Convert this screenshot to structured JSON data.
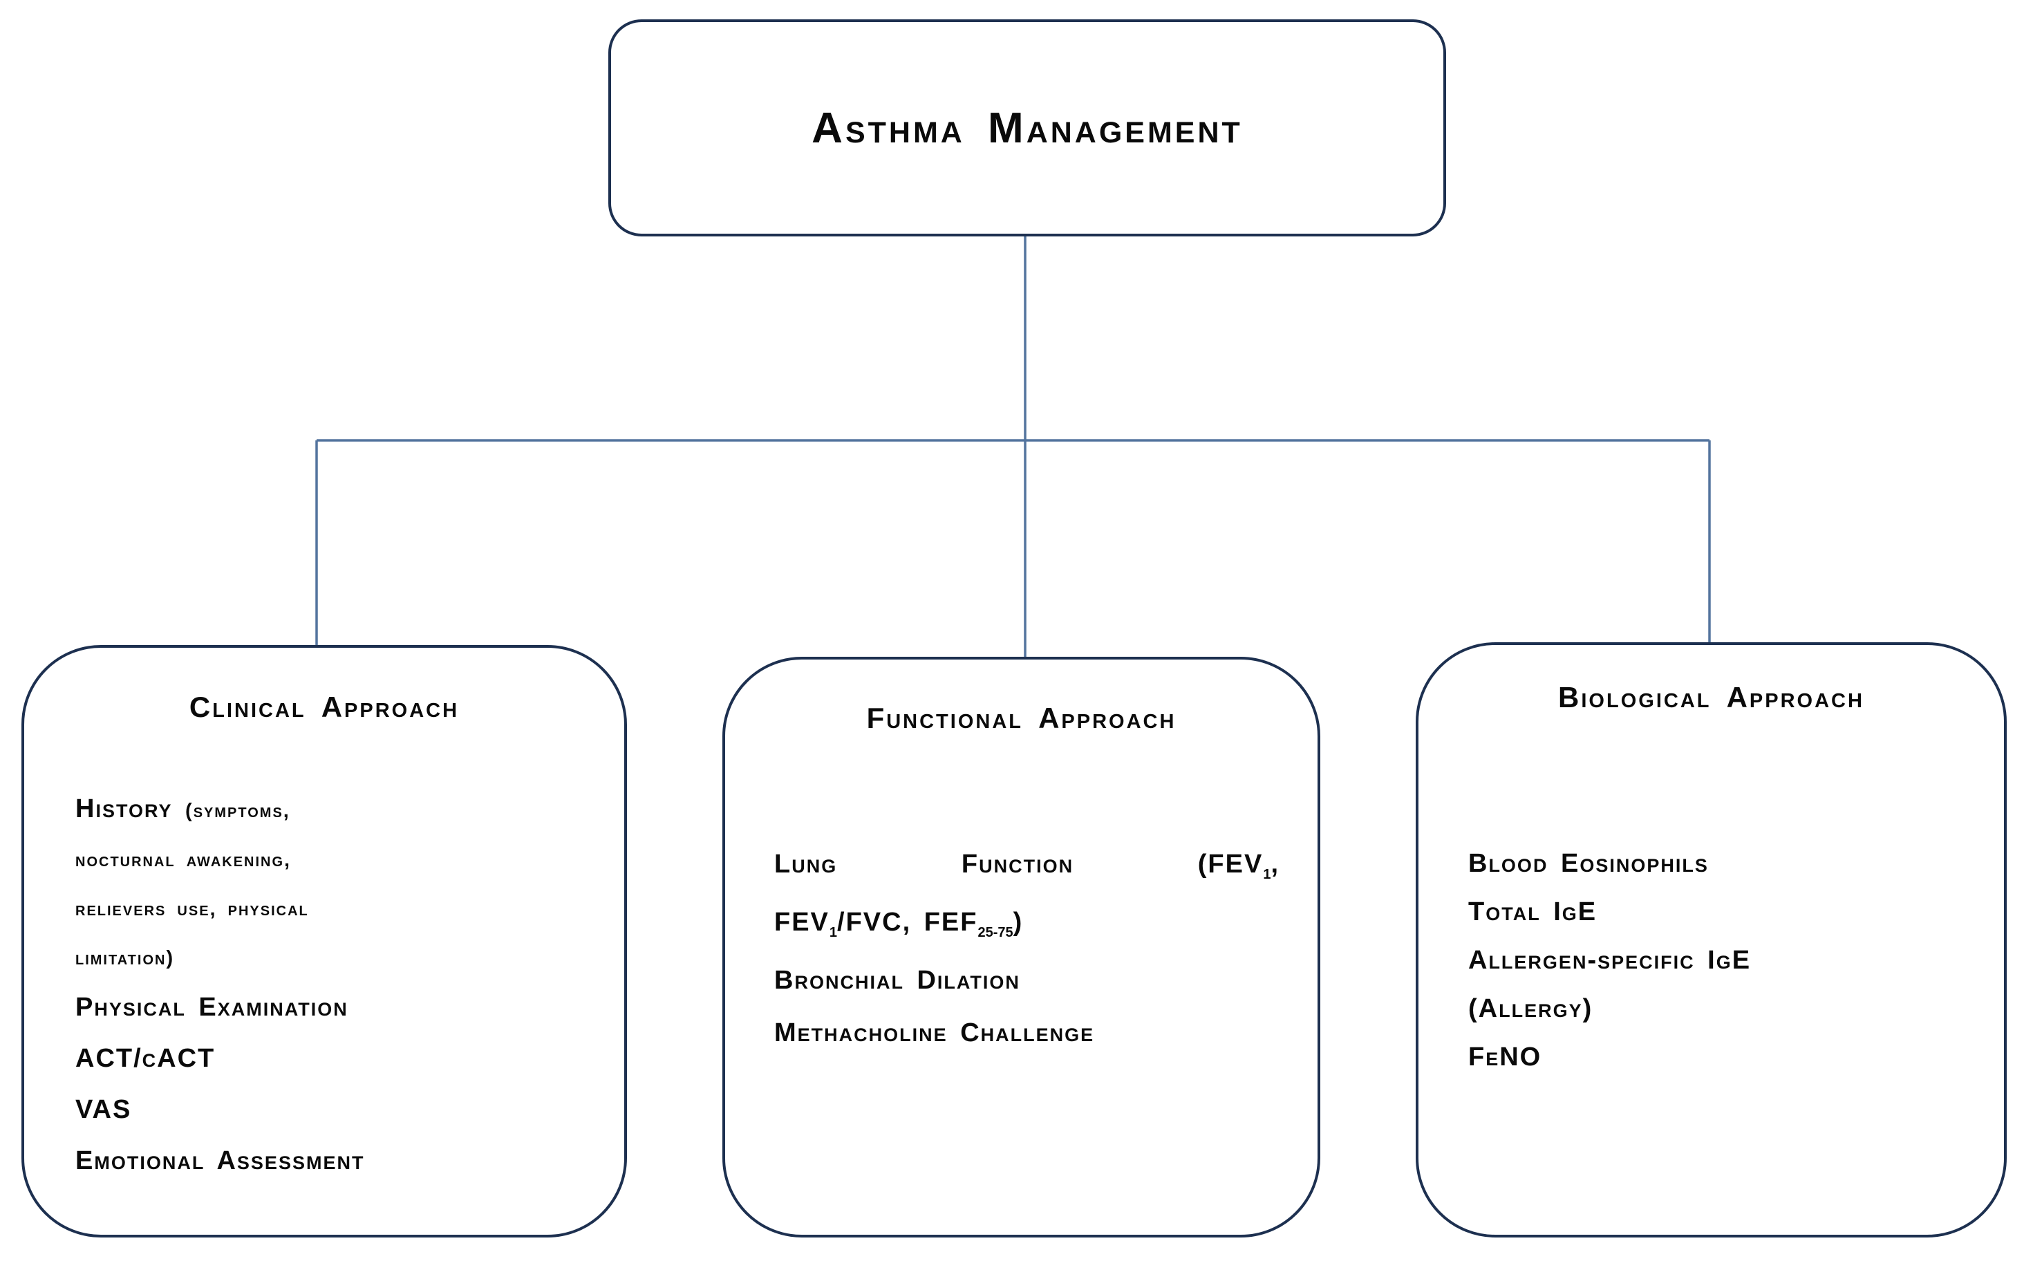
{
  "colors": {
    "box_border": "#1d3050",
    "connector": "#53749e",
    "text": "#0a0a0a",
    "background": "#ffffff"
  },
  "root": {
    "title": "Asthma Management"
  },
  "branches": [
    {
      "id": "clinical",
      "title": "Clinical Approach",
      "lines": [
        {
          "segs": [
            {
              "t": "History ",
              "s": "lg"
            },
            {
              "t": "(symptoms,",
              "s": "sm"
            }
          ]
        },
        {
          "segs": [
            {
              "t": "nocturnal awakening,",
              "s": "sm"
            }
          ]
        },
        {
          "segs": [
            {
              "t": "relievers use, physical",
              "s": "sm"
            }
          ]
        },
        {
          "segs": [
            {
              "t": "limitation)",
              "s": "sm"
            }
          ]
        },
        {
          "segs": [
            {
              "t": "Physical Examination",
              "s": "lg"
            }
          ]
        },
        {
          "segs": [
            {
              "t": "ACT/cACT",
              "s": "lg"
            }
          ]
        },
        {
          "segs": [
            {
              "t": "VAS",
              "s": "lg"
            }
          ]
        },
        {
          "segs": [
            {
              "t": "Emotional Assessment",
              "s": "lg"
            }
          ]
        }
      ]
    },
    {
      "id": "functional",
      "title": "Functional Approach",
      "lines": [
        {
          "justify": true,
          "segs": [
            {
              "t": "Lung Function (FEV",
              "s": "lg"
            },
            {
              "t": "1",
              "s": "sub"
            },
            {
              "t": ",",
              "s": "lg"
            }
          ]
        },
        {
          "segs": [
            {
              "t": "FEV",
              "s": "lg"
            },
            {
              "t": "1",
              "s": "sub"
            },
            {
              "t": "/FVC, FEF",
              "s": "lg"
            },
            {
              "t": "25-75",
              "s": "sub"
            },
            {
              "t": ")",
              "s": "lg"
            }
          ]
        },
        {
          "segs": [
            {
              "t": "Bronchial Dilation",
              "s": "lg"
            }
          ]
        },
        {
          "segs": [
            {
              "t": "Methacholine Challenge",
              "s": "lg"
            }
          ]
        }
      ]
    },
    {
      "id": "biological",
      "title": "Biological Approach",
      "lines": [
        {
          "segs": [
            {
              "t": "Blood Eosinophils",
              "s": "lg"
            }
          ]
        },
        {
          "segs": [
            {
              "t": "Total IgE",
              "s": "lg"
            }
          ]
        },
        {
          "segs": [
            {
              "t": "Allergen-specific IgE",
              "s": "lg"
            }
          ]
        },
        {
          "segs": [
            {
              "t": "(Allergy)",
              "s": "lg"
            }
          ]
        },
        {
          "segs": [
            {
              "t": "FeNO",
              "s": "lg"
            }
          ]
        }
      ]
    }
  ]
}
